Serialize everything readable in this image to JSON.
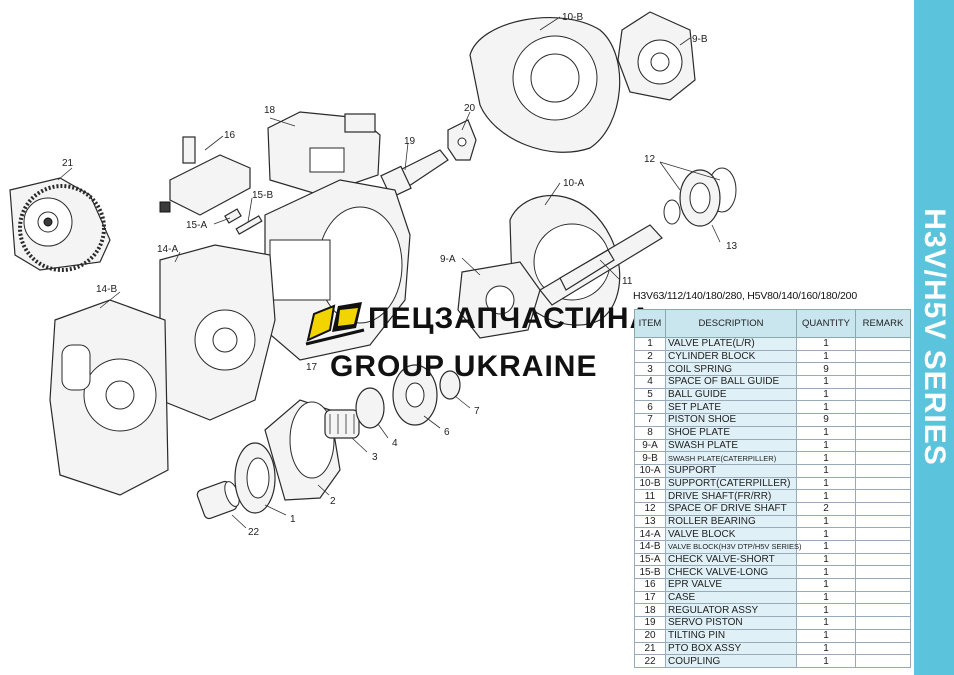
{
  "side_banner": "H3V/H5V SERIES",
  "table_heading": "H3V63/112/140/180/280, H5V80/140/160/180/200",
  "table_headers": {
    "item": "ITEM",
    "description": "DESCRIPTION",
    "quantity": "QUANTITY",
    "remark": "REMARK"
  },
  "parts": [
    {
      "item": "1",
      "description": "VALVE PLATE(L/R)",
      "quantity": "1"
    },
    {
      "item": "2",
      "description": "CYLINDER BLOCK",
      "quantity": "1"
    },
    {
      "item": "3",
      "description": "COIL SPRING",
      "quantity": "9"
    },
    {
      "item": "4",
      "description": "SPACE OF BALL GUIDE",
      "quantity": "1"
    },
    {
      "item": "5",
      "description": "BALL GUIDE",
      "quantity": "1"
    },
    {
      "item": "6",
      "description": "SET PLATE",
      "quantity": "1"
    },
    {
      "item": "7",
      "description": "PISTON SHOE",
      "quantity": "9"
    },
    {
      "item": "8",
      "description": "SHOE PLATE",
      "quantity": "1"
    },
    {
      "item": "9-A",
      "description": "SWASH PLATE",
      "quantity": "1"
    },
    {
      "item": "9-B",
      "description": "SWASH PLATE(CATERPILLER)",
      "quantity": "1"
    },
    {
      "item": "10-A",
      "description": "SUPPORT",
      "quantity": "1"
    },
    {
      "item": "10-B",
      "description": "SUPPORT(CATERPILLER)",
      "quantity": "1"
    },
    {
      "item": "11",
      "description": "DRIVE SHAFT(FR/RR)",
      "quantity": "1"
    },
    {
      "item": "12",
      "description": "SPACE OF DRIVE SHAFT",
      "quantity": "2"
    },
    {
      "item": "13",
      "description": "ROLLER BEARING",
      "quantity": "1"
    },
    {
      "item": "14-A",
      "description": "VALVE BLOCK",
      "quantity": "1"
    },
    {
      "item": "14-B",
      "description": "VALVE BLOCK(H3V DTP/H5V SERIES)",
      "quantity": "1"
    },
    {
      "item": "15-A",
      "description": "CHECK VALVE-SHORT",
      "quantity": "1"
    },
    {
      "item": "15-B",
      "description": "CHECK VALVE-LONG",
      "quantity": "1"
    },
    {
      "item": "16",
      "description": "EPR VALVE",
      "quantity": "1"
    },
    {
      "item": "17",
      "description": "CASE",
      "quantity": "1"
    },
    {
      "item": "18",
      "description": "REGULATOR ASSY",
      "quantity": "1"
    },
    {
      "item": "19",
      "description": "SERVO PISTON",
      "quantity": "1"
    },
    {
      "item": "20",
      "description": "TILTING PIN",
      "quantity": "1"
    },
    {
      "item": "21",
      "description": "PTO BOX ASSY",
      "quantity": "1"
    },
    {
      "item": "22",
      "description": "COUPLING",
      "quantity": "1"
    }
  ],
  "watermark": {
    "line1": "ПЕЦЗАПЧАСТИНА",
    "line2": "GROUP UKRAINE"
  },
  "callouts": {
    "c1": "1",
    "c2": "2",
    "c3": "3",
    "c4": "4",
    "c6": "6",
    "c7": "7",
    "c9a": "9-A",
    "c9b": "9-B",
    "c10a": "10-A",
    "c10b": "10-B",
    "c11": "11",
    "c12": "12",
    "c13": "13",
    "c14a": "14-A",
    "c14b": "14-B",
    "c15a": "15-A",
    "c15b": "15-B",
    "c16": "16",
    "c17": "17",
    "c18": "18",
    "c19": "19",
    "c20": "20",
    "c21": "21",
    "c22": "22"
  },
  "colors": {
    "banner": "#5bc4dc",
    "table_header_bg": "#c9e6ef",
    "table_desc_bg": "#dff0f6",
    "logo_yellow": "#f2d400"
  }
}
